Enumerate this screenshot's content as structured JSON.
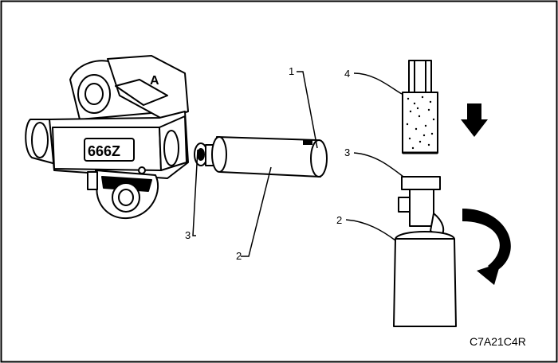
{
  "callouts": {
    "tip": "1",
    "plunger": "2",
    "ring_left": "3",
    "plunger_right": "2",
    "ring_right": "3",
    "tool": "4"
  },
  "housing": {
    "stamp": "666Z",
    "mark": "A"
  },
  "figure_code": "C7A21C4R",
  "colors": {
    "ink": "#000000",
    "paper": "#ffffff"
  }
}
